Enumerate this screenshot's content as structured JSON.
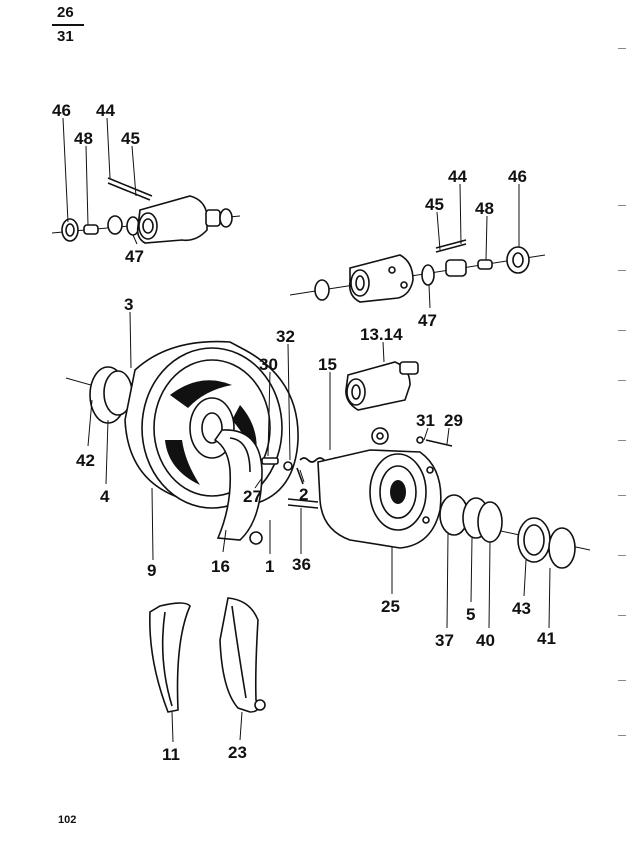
{
  "header": {
    "fraction_top": "26",
    "fraction_bottom": "31"
  },
  "footer": {
    "page_number": "102"
  },
  "callouts": {
    "c46a": "46",
    "c44a": "44",
    "c48a": "48",
    "c45a": "45",
    "c47a": "47",
    "c44b": "44",
    "c46b": "46",
    "c45b": "45",
    "c48b": "48",
    "c47b": "47",
    "c3": "3",
    "c32": "32",
    "c30": "30",
    "c13_14": "13.14",
    "c15": "15",
    "c31": "31",
    "c29": "29",
    "c42": "42",
    "c4": "4",
    "c27": "27",
    "c2": "2",
    "c9": "9",
    "c16": "16",
    "c1": "1",
    "c36": "36",
    "c25": "25",
    "c37": "37",
    "c5": "5",
    "c40": "40",
    "c43": "43",
    "c41": "41",
    "c11": "11",
    "c23": "23"
  }
}
